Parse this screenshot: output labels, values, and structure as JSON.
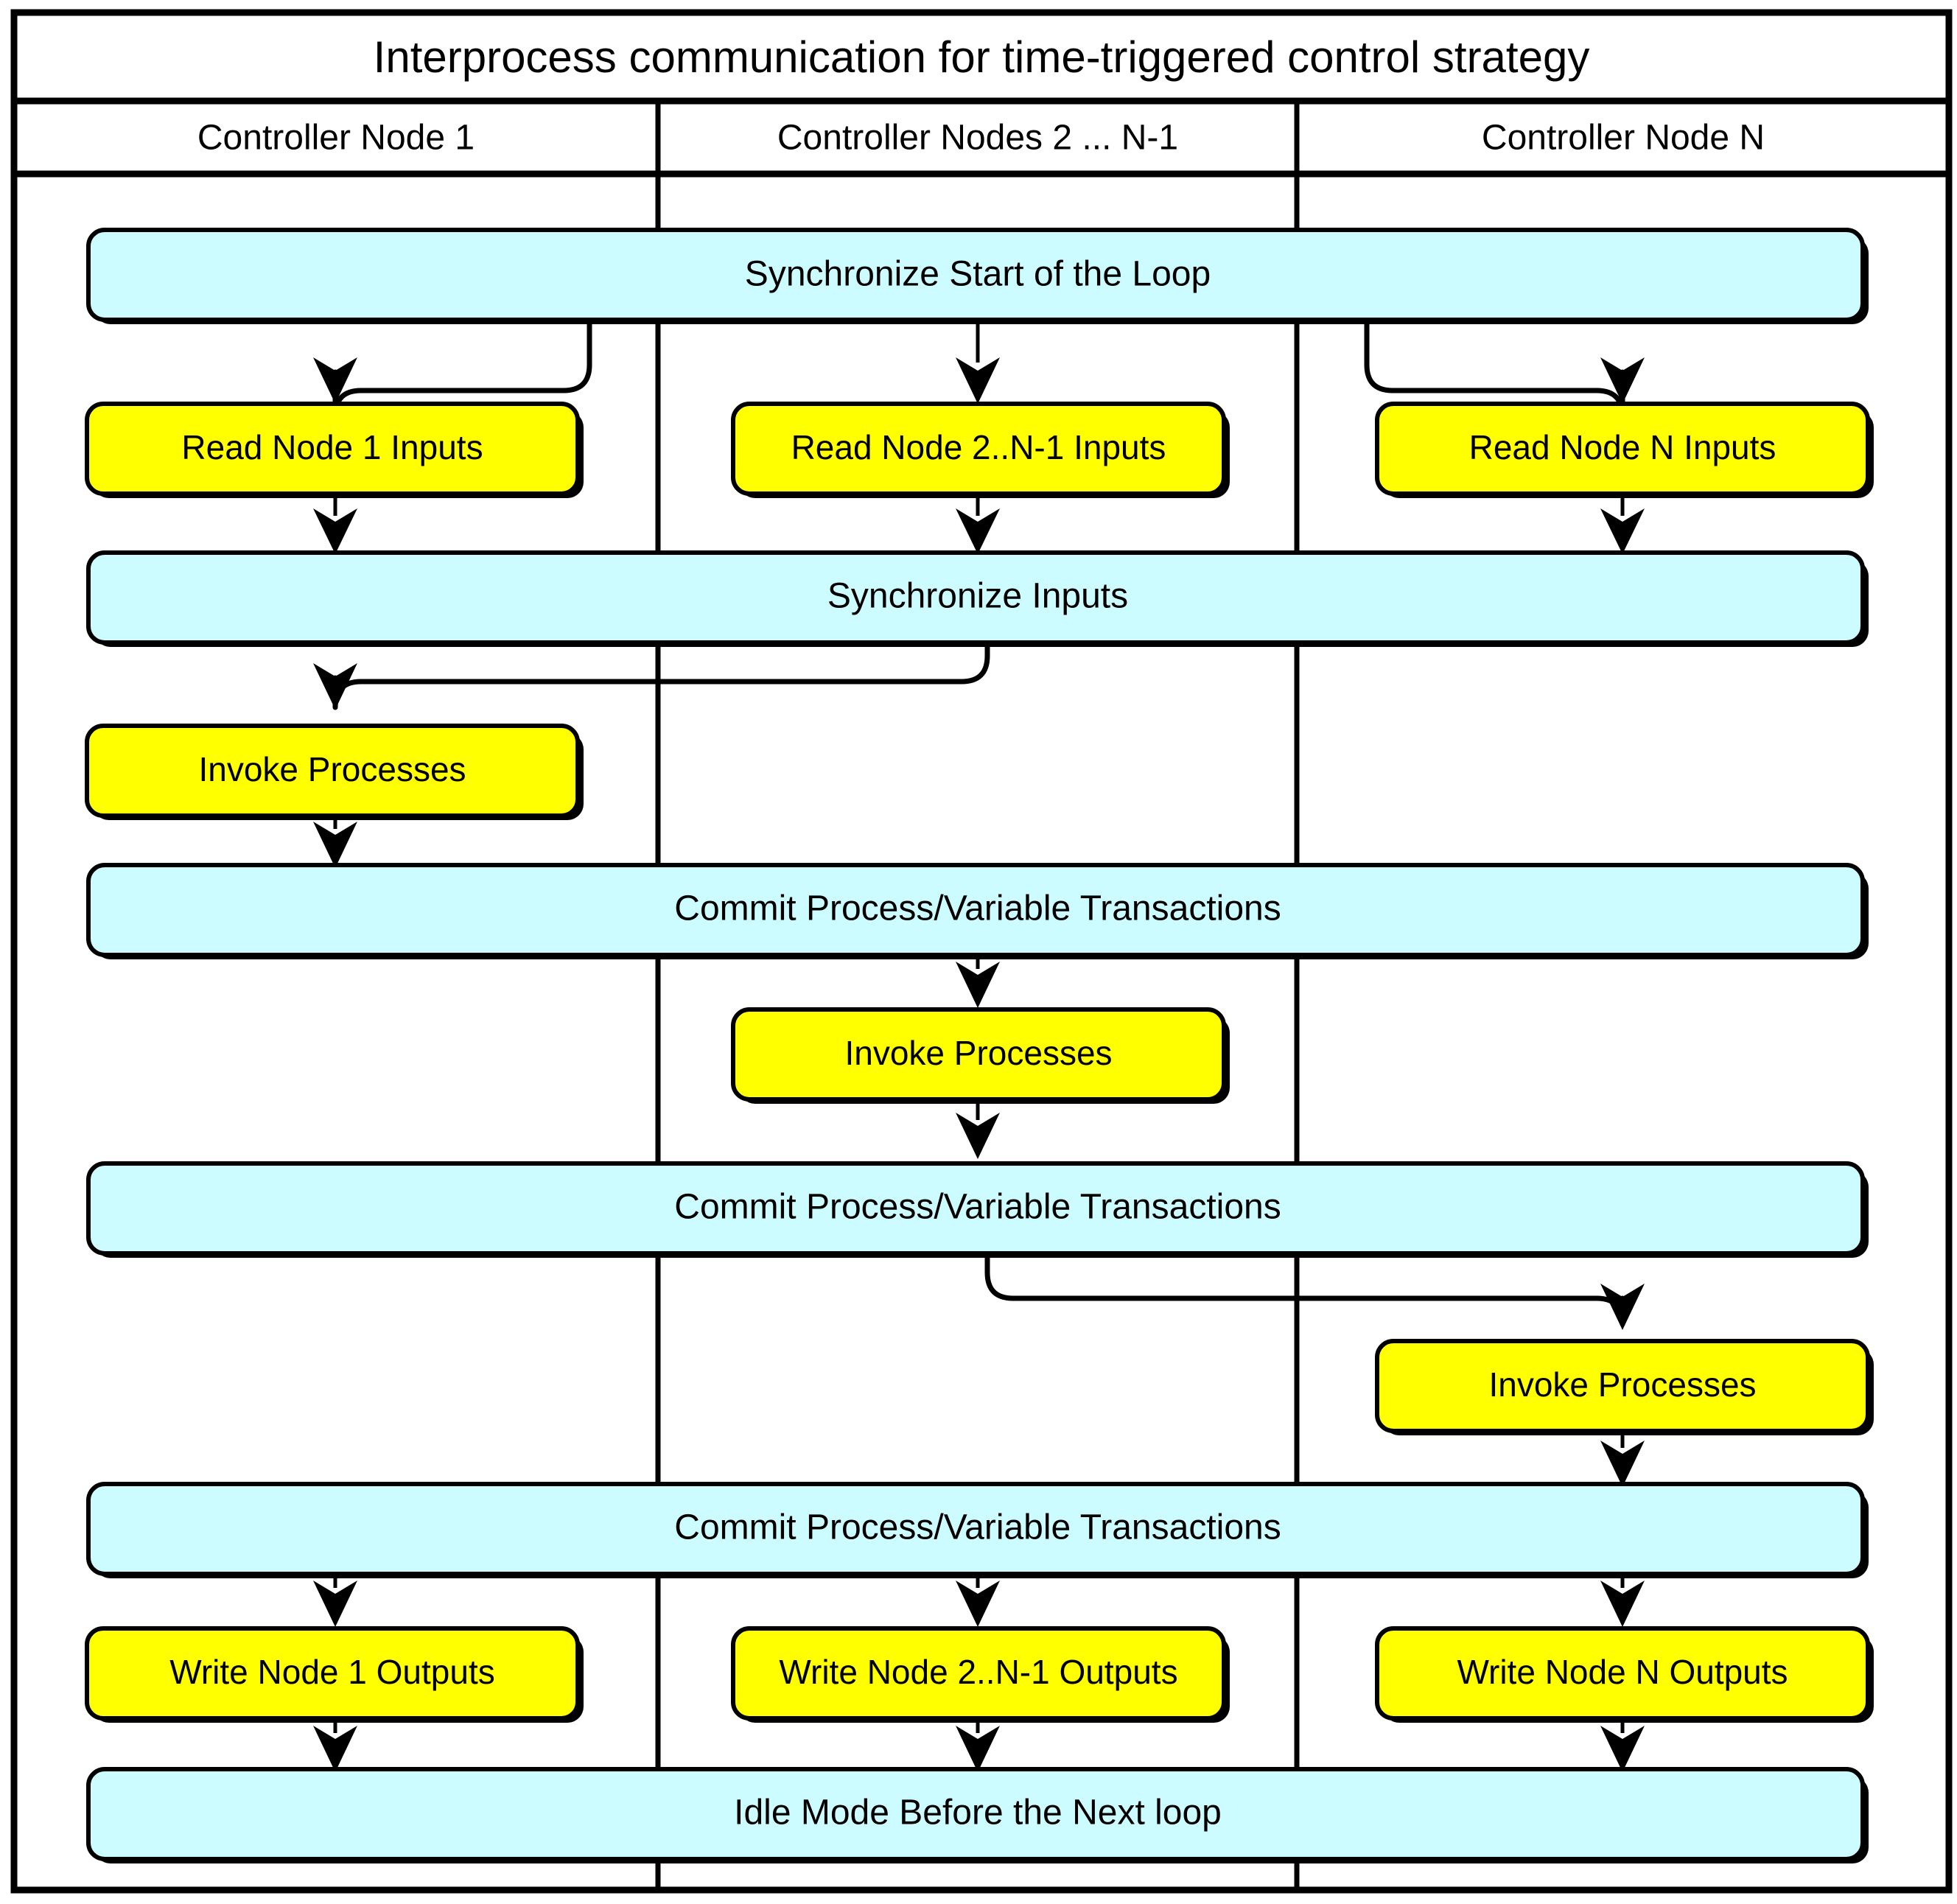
{
  "diagram": {
    "title": "Interprocess communication for time-triggered control strategy",
    "columns": [
      {
        "label": "Controller Node 1"
      },
      {
        "label": "Controller Nodes 2 ... N-1"
      },
      {
        "label": "Controller Node N"
      }
    ],
    "colors": {
      "sync_bar_fill": "#CCFCFF",
      "task_box_fill": "#FFFF00",
      "stroke": "#000000",
      "background": "#FFFFFF"
    },
    "sync_bars": [
      {
        "label": "Synchronize Start of  the Loop"
      },
      {
        "label": "Synchronize Inputs"
      },
      {
        "label": "Commit Process/Variable Transactions"
      },
      {
        "label": "Commit Process/Variable Transactions"
      },
      {
        "label": "Commit Process/Variable Transactions"
      },
      {
        "label": "Idle Mode Before the Next loop"
      }
    ],
    "task_boxes": [
      {
        "label": "Read Node 1 Inputs",
        "column": 0
      },
      {
        "label": "Read Node 2..N-1 Inputs",
        "column": 1
      },
      {
        "label": "Read Node N Inputs",
        "column": 2
      },
      {
        "label": "Invoke Processes",
        "column": 0
      },
      {
        "label": "Invoke Processes",
        "column": 1
      },
      {
        "label": "Invoke Processes",
        "column": 2
      },
      {
        "label": "Write Node 1 Outputs",
        "column": 0
      },
      {
        "label": "Write Node 2..N-1 Outputs",
        "column": 1
      },
      {
        "label": "Write Node N Outputs",
        "column": 2
      }
    ]
  }
}
